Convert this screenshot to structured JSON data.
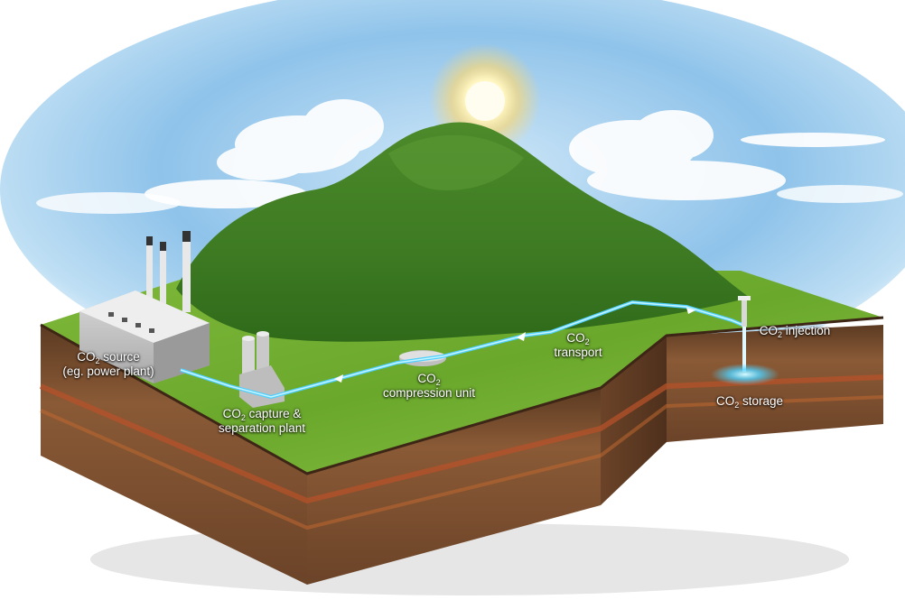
{
  "labels": {
    "source": {
      "prefix": "CO",
      "sub": "2",
      "suffix": " source",
      "line2": "(eg. power plant)"
    },
    "capture": {
      "prefix": "CO",
      "sub": "2",
      "suffix": " capture &",
      "line2": "separation plant"
    },
    "compression": {
      "prefix": "CO",
      "sub": "2",
      "suffix": "",
      "line2": "compression unit"
    },
    "transport": {
      "prefix": "CO",
      "sub": "2",
      "suffix": "",
      "line2": "transport"
    },
    "injection": {
      "prefix": "CO",
      "sub": "2",
      "suffix": " injection"
    },
    "storage": {
      "prefix": "CO",
      "sub": "2",
      "suffix": " storage"
    }
  },
  "colors": {
    "sky": "#8fc3ea",
    "grass": "#6fae2e",
    "hill": "#3f7f25",
    "soil": "#7a4a2c",
    "soil_band": "#b5522a",
    "pipe": "#4fd1ff",
    "sun": "#fff6c2"
  }
}
